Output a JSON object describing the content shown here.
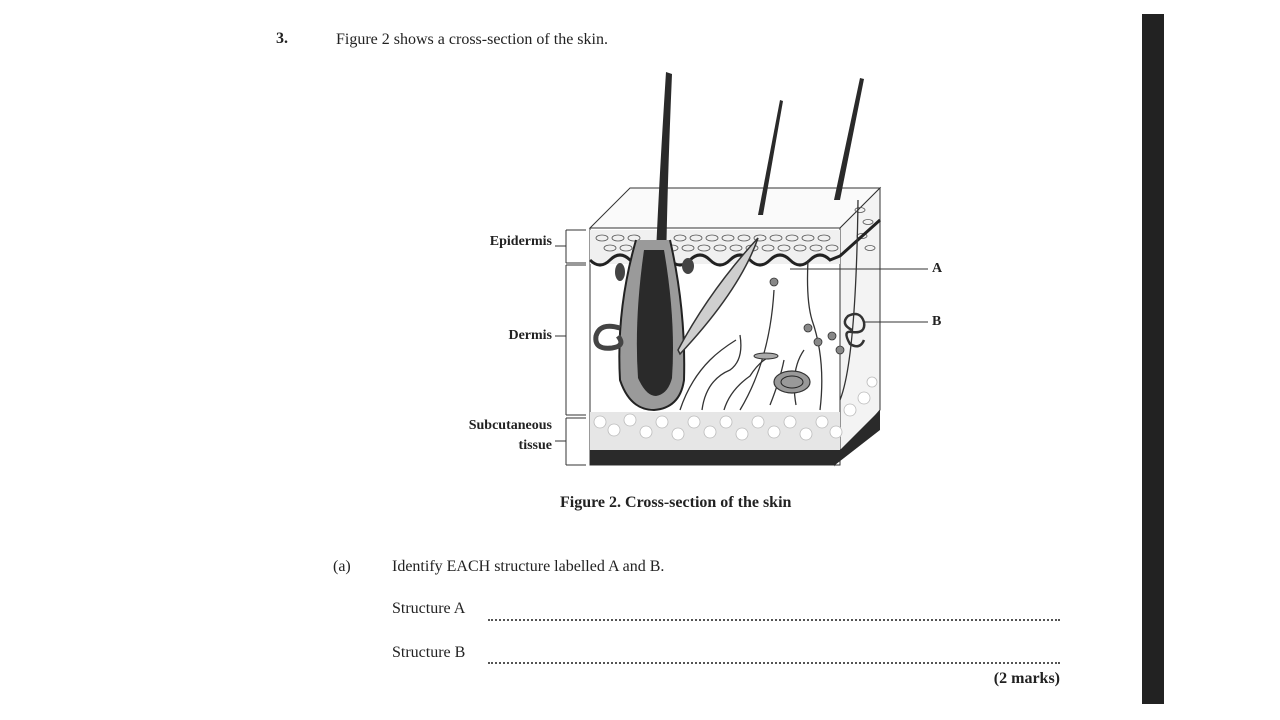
{
  "question": {
    "number": "3.",
    "stem": "Figure 2 shows a cross-section of the skin."
  },
  "figure": {
    "layer_labels": {
      "epidermis": "Epidermis",
      "dermis": "Dermis",
      "subcutaneous_line1": "Subcutaneous",
      "subcutaneous_line2": "tissue"
    },
    "pointer_labels": {
      "a": "A",
      "b": "B"
    },
    "caption": "Figure 2. Cross-section of the skin"
  },
  "part_a": {
    "letter": "(a)",
    "instruction": "Identify EACH structure labelled A and B.",
    "answer_labels": [
      "Structure A",
      "Structure B"
    ],
    "marks": "(2 marks)"
  },
  "colors": {
    "ink": "#222222",
    "hair": "#2a2a2a",
    "fat": "#e6e6e6",
    "scan_bar": "#222222"
  }
}
